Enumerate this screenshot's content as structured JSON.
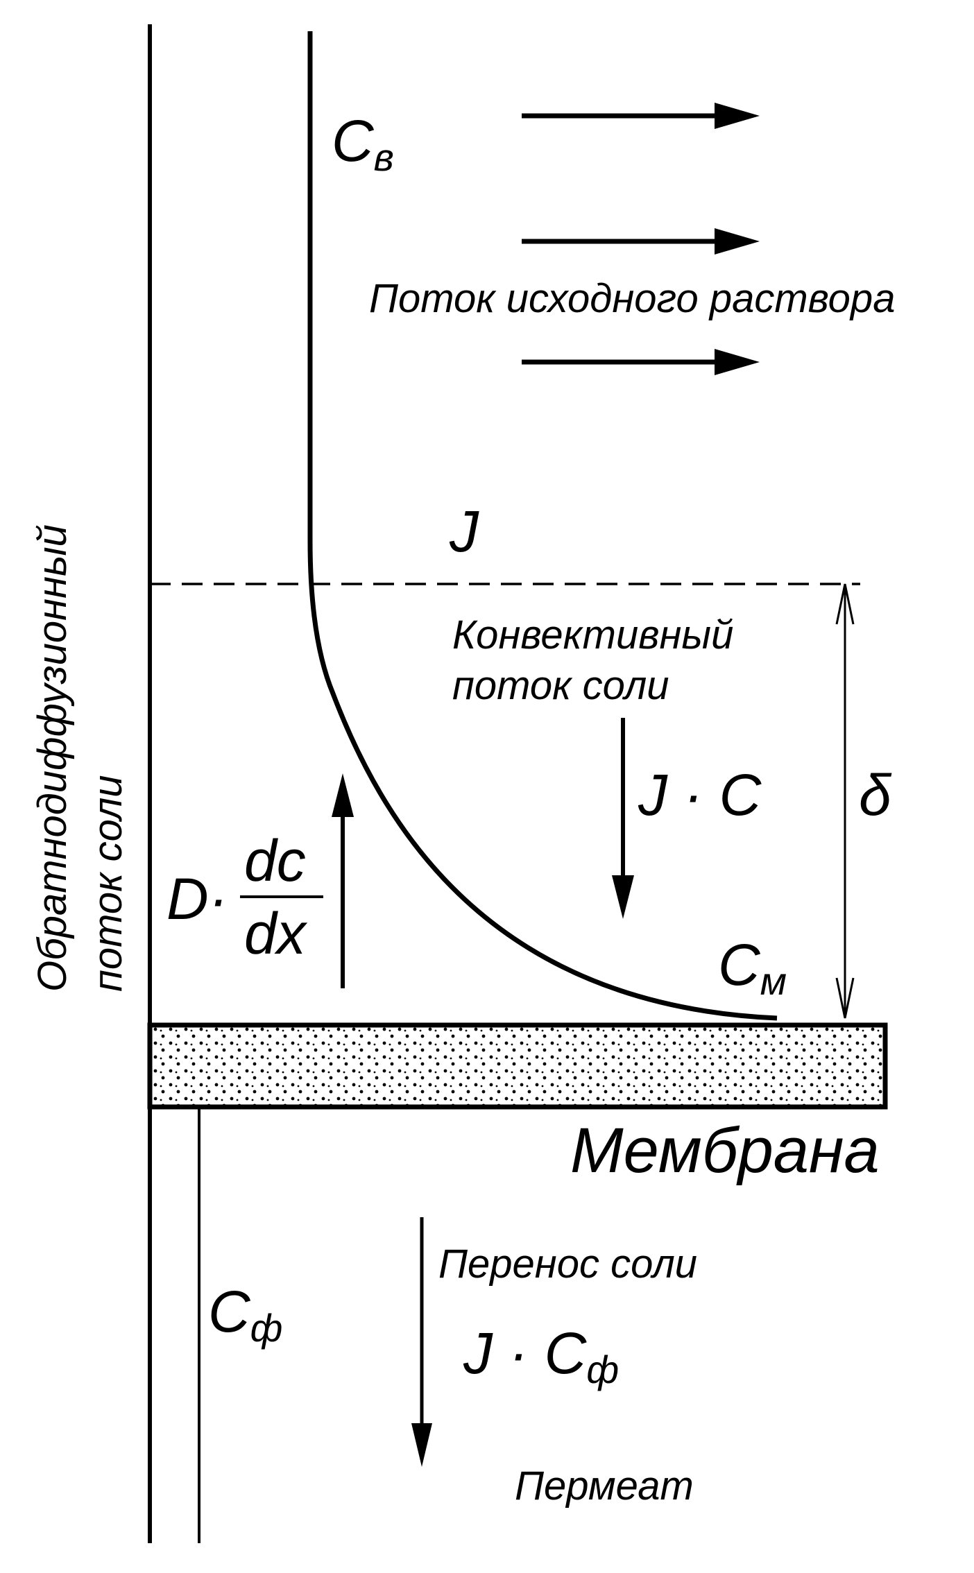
{
  "labels": {
    "c_bulk": "C",
    "c_bulk_sub": "в",
    "feed_flow": "Поток исходного раствора",
    "j": "J",
    "convective_line1": "Конвективный",
    "convective_line2": "поток соли",
    "jc": "J · C",
    "delta": "δ",
    "c_membrane": "C",
    "c_membrane_sub": "м",
    "diffusion_line1": "Обратнодиффузионный",
    "diffusion_line2": "поток соли",
    "d_prefix": "D·",
    "dc": "dc",
    "dx": "dx",
    "membrane": "Мембрана",
    "c_permeate": "C",
    "c_permeate_sub": "ф",
    "salt_transfer": "Перенос соли",
    "jcf": "J · C",
    "jcf_sub": "ф",
    "permeate": "Пермеат"
  },
  "colors": {
    "ink": "#000000",
    "background": "#ffffff"
  }
}
